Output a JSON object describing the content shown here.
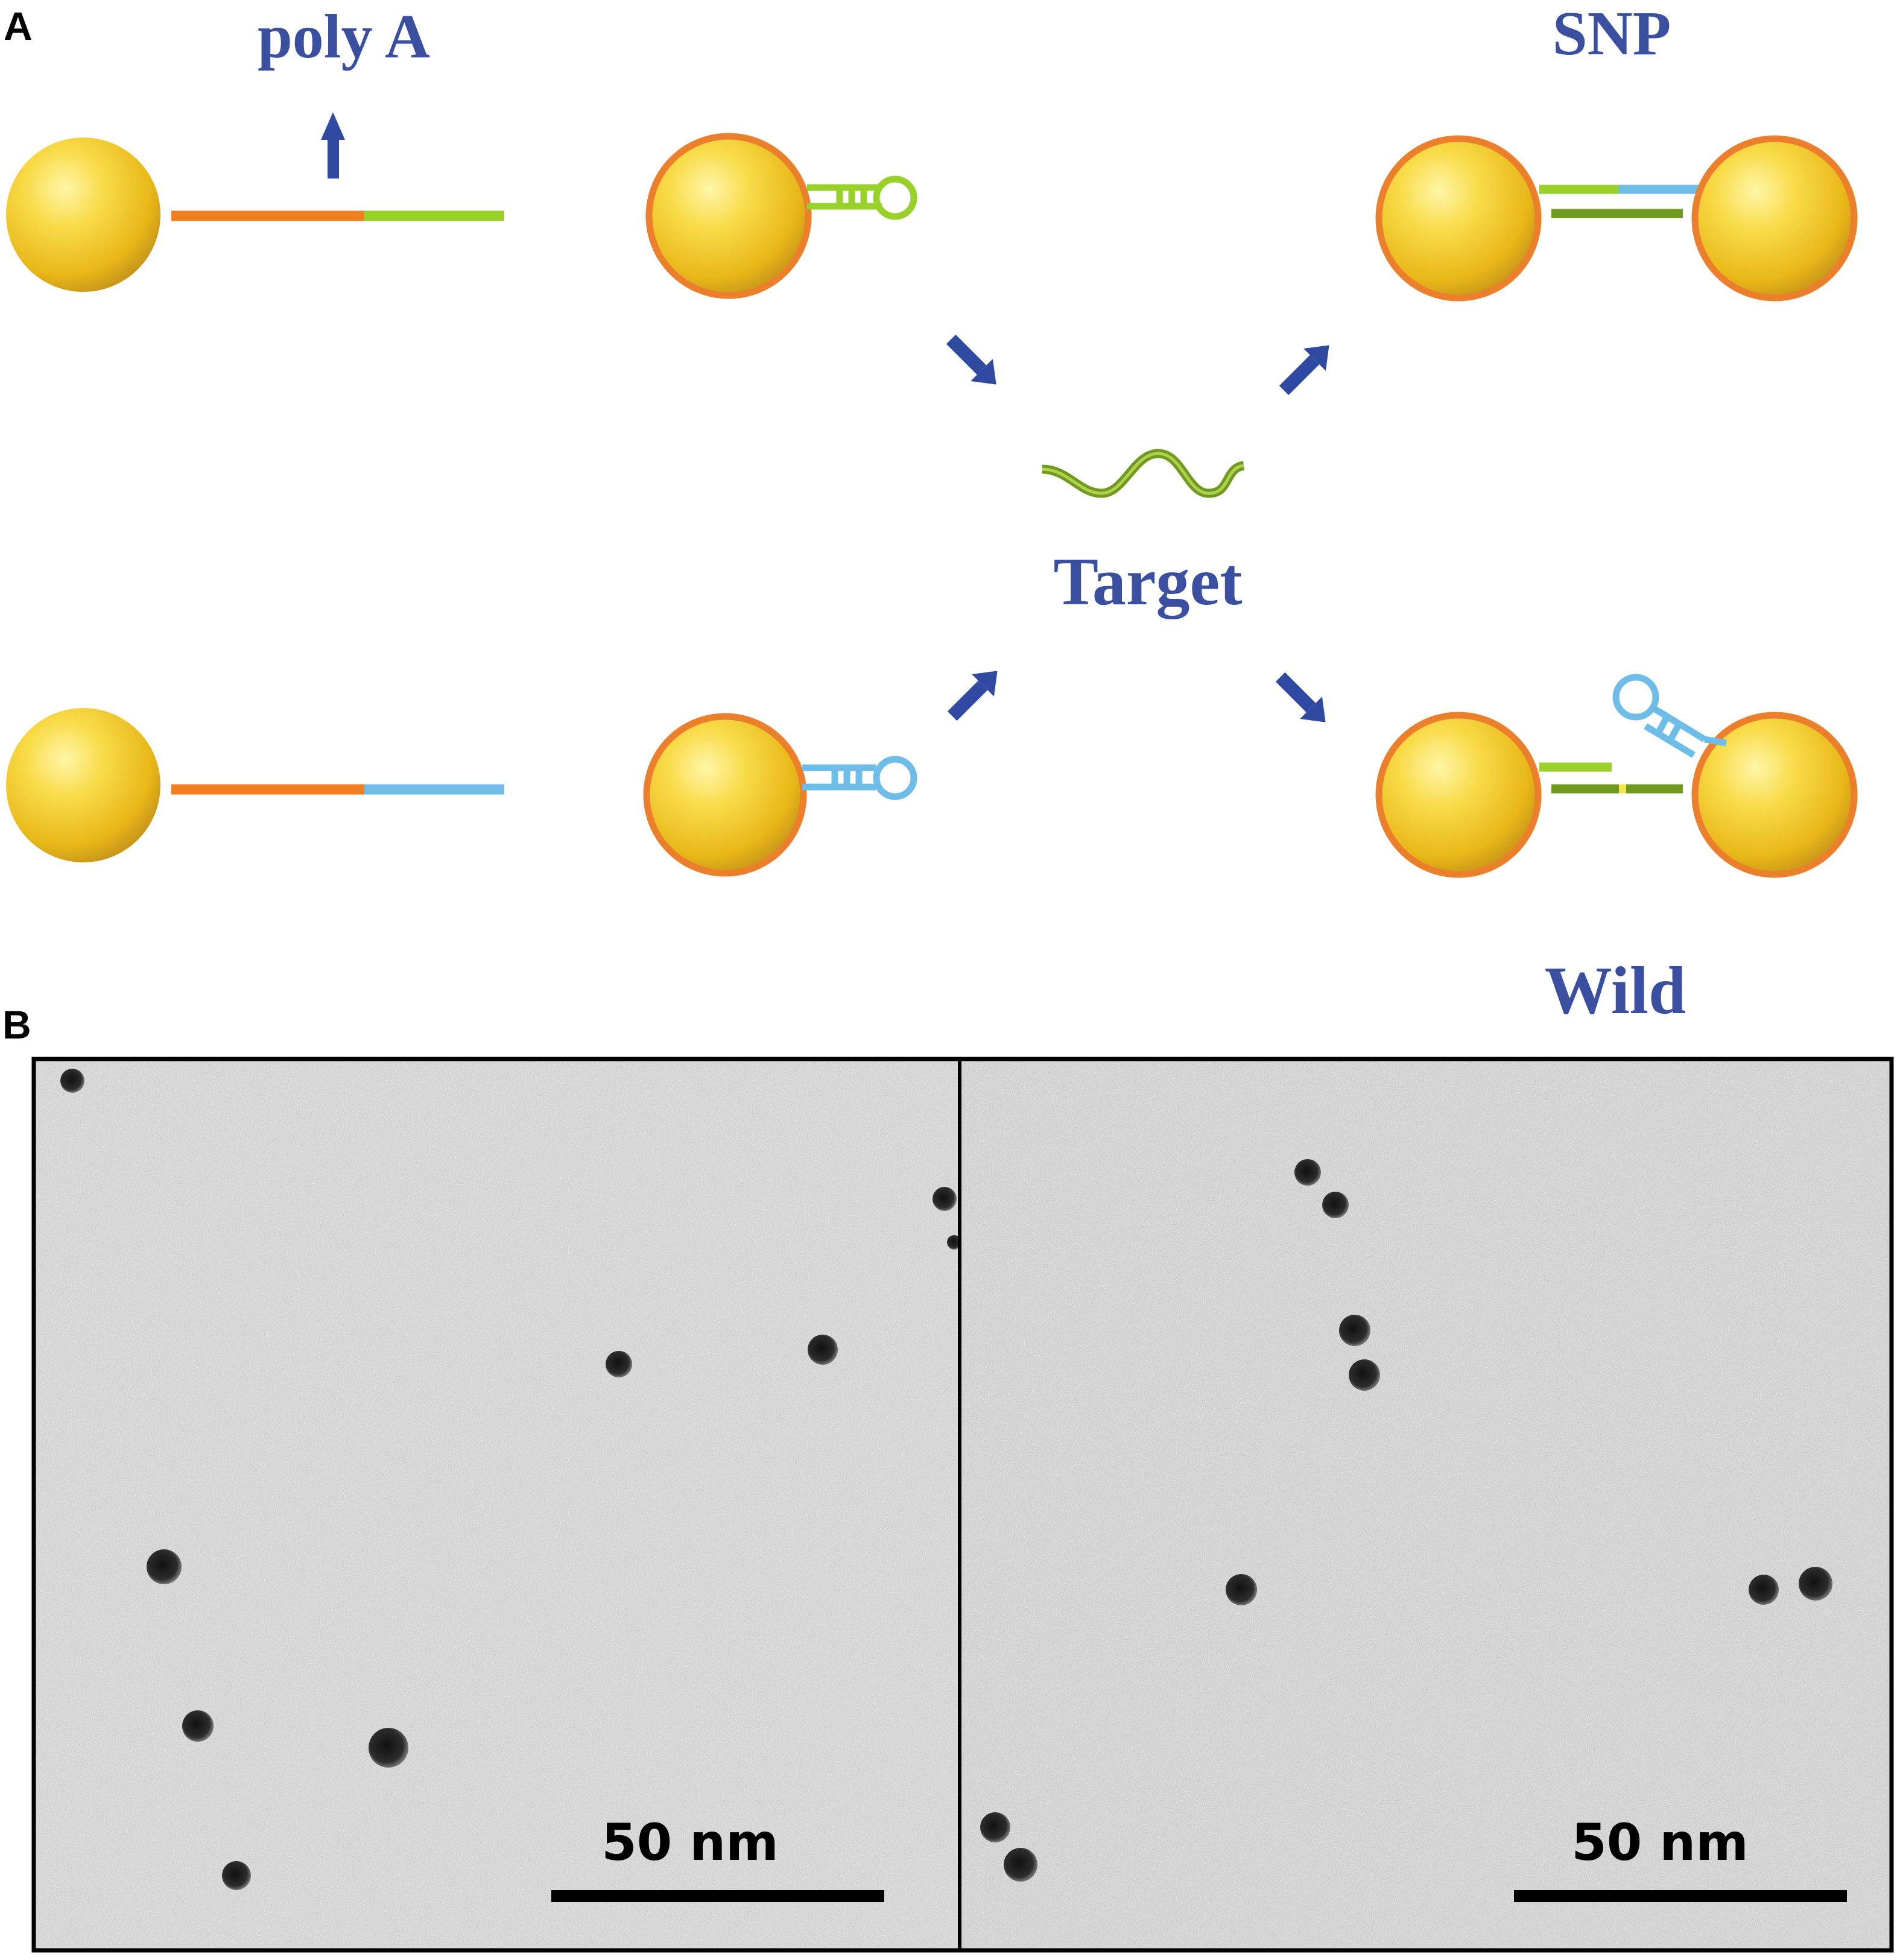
{
  "panels": {
    "a": {
      "letter": "A"
    },
    "b": {
      "letter": "B"
    }
  },
  "labels": {
    "poly_a": "poly A",
    "snp": "SNP",
    "target": "Target",
    "wild": "Wild"
  },
  "tem": {
    "left": {
      "scale_label": "50 nm"
    },
    "right": {
      "scale_label": "50 nm"
    }
  },
  "colors": {
    "label_blue": "#3a4fa0",
    "arrow_blue": "#2f4aa0",
    "gold": "#f3c52b",
    "rim_orange": "#ec7f2c",
    "polyA_orange": "#f07f22",
    "strand_green": "#98d12a",
    "strand_dark_green": "#6f9a1e",
    "strand_blue": "#6dbde8"
  }
}
